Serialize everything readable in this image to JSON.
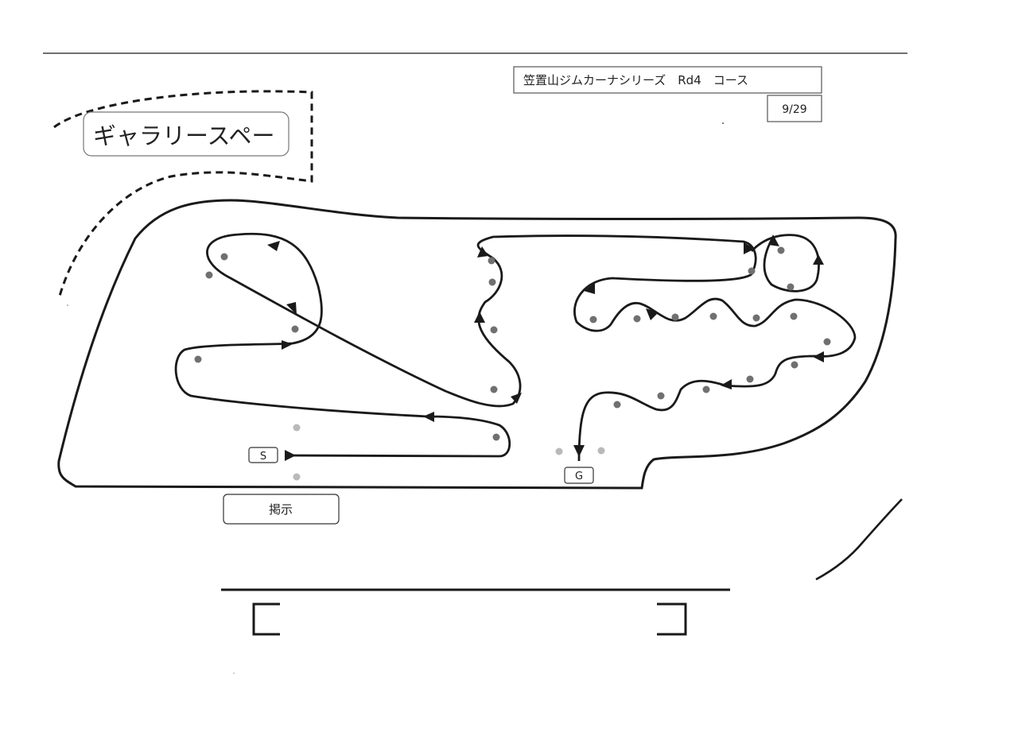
{
  "header": {
    "title": "笠置山ジムカーナシリーズ　Rd4　コース",
    "date": "9/29"
  },
  "labels": {
    "gallery": "ギャラリースペー",
    "notice": "掲示",
    "start": "S",
    "goal": "G"
  },
  "colors": {
    "line": "#1a1a1a",
    "pylon": "#707070",
    "pylon_faint": "#b9b9b9",
    "box_border": "#555555"
  }
}
